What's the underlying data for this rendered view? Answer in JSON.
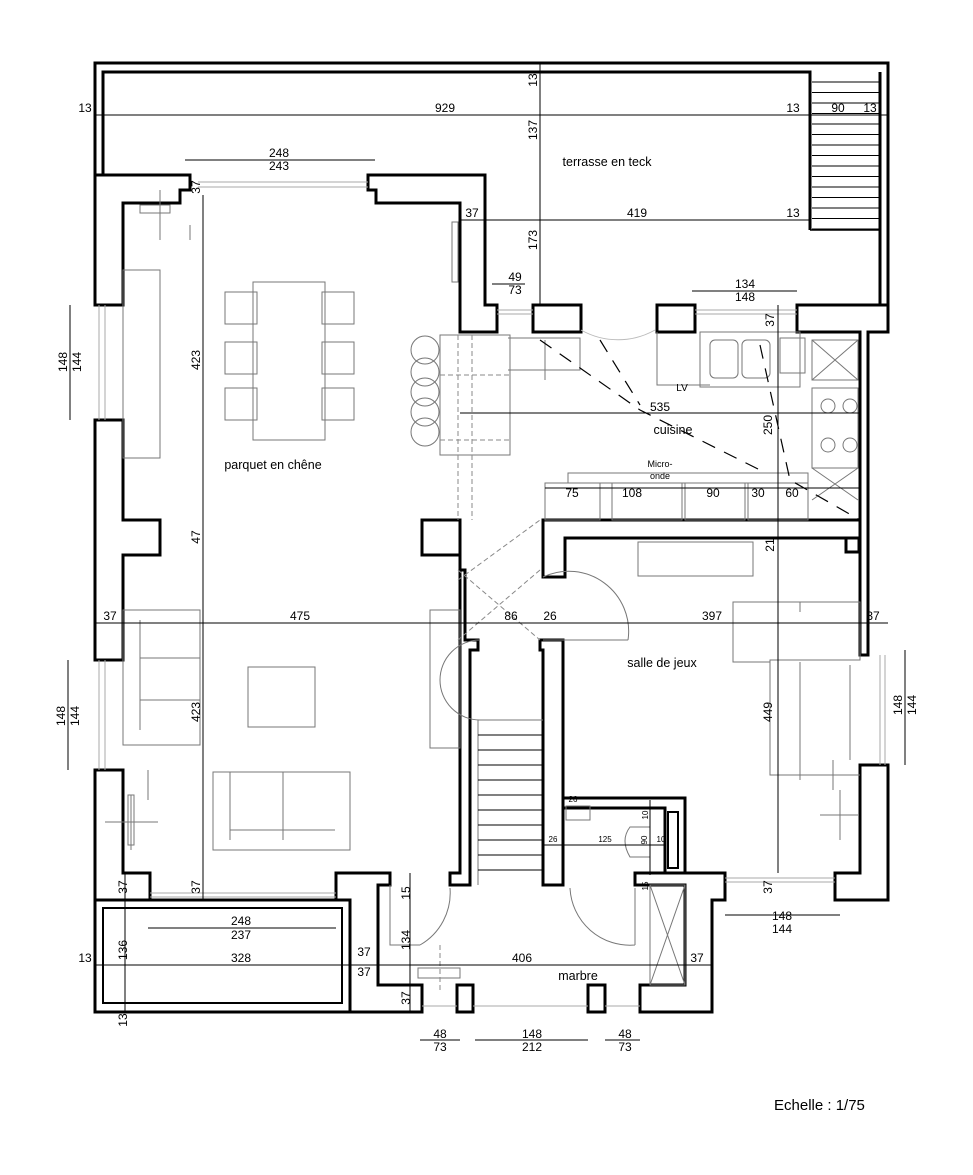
{
  "plan": {
    "scale_label": "Echelle : 1/75",
    "rooms": {
      "terrace": "terrasse en teck",
      "living": "parquet en chêne",
      "kitchen": "cuisine",
      "playroom": "salle de jeux",
      "entrance": "marbre"
    },
    "fixtures": {
      "washing_machine": "LV",
      "microwave_1": "Micro-",
      "microwave_2": "onde"
    },
    "dims": [
      "13",
      "929",
      "13",
      "90",
      "13",
      "13",
      "137",
      "173",
      "248",
      "243",
      "37",
      "37",
      "419",
      "13",
      "49",
      "73",
      "134",
      "148",
      "37",
      "148",
      "144",
      "423",
      "535",
      "250",
      "47",
      "75",
      "108",
      "90",
      "30",
      "60",
      "21",
      "37",
      "475",
      "86",
      "26",
      "397",
      "37",
      "148",
      "144",
      "423",
      "449",
      "148",
      "144",
      "10",
      "26",
      "125",
      "90",
      "10",
      "26",
      "37",
      "37",
      "15",
      "15",
      "37",
      "248",
      "237",
      "148",
      "144",
      "13",
      "136",
      "328",
      "37",
      "37",
      "134",
      "406",
      "37",
      "37",
      "13",
      "48",
      "73",
      "148",
      "212",
      "48",
      "73"
    ]
  }
}
